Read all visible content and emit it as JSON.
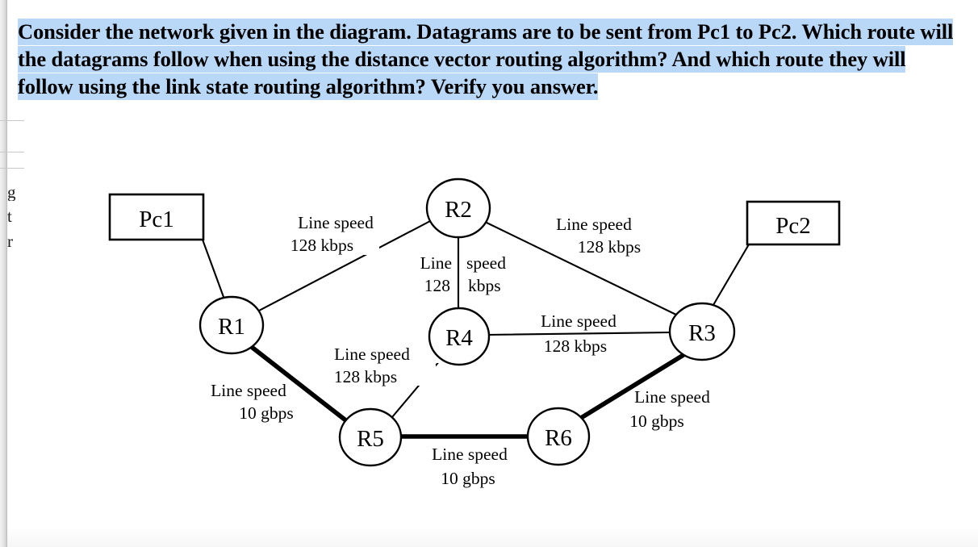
{
  "question": {
    "text": "Consider the network given in the diagram. Datagrams are to be sent from Pc1 to Pc2. Which route will the datagrams follow when using the distance vector routing algorithm? And which route they will follow using the link state routing algorithm? Verify you answer.",
    "highlight_color": "#b9d7f7"
  },
  "edge_fragments": [
    {
      "char": "g"
    },
    {
      "char": "t"
    },
    {
      "char": "r"
    }
  ],
  "diagram": {
    "hosts": [
      {
        "id": "pc1",
        "label": "Pc1"
      },
      {
        "id": "pc2",
        "label": "Pc2"
      }
    ],
    "routers": [
      {
        "id": "r1",
        "label": "R1"
      },
      {
        "id": "r2",
        "label": "R2"
      },
      {
        "id": "r3",
        "label": "R3"
      },
      {
        "id": "r4",
        "label": "R4"
      },
      {
        "id": "r5",
        "label": "R5"
      },
      {
        "id": "r6",
        "label": "R6"
      }
    ],
    "links": [
      {
        "id": "pc1-r1",
        "from": "pc1",
        "to": "r1",
        "weight": "",
        "speed_line1": "",
        "speed_line2": "",
        "thick": false
      },
      {
        "id": "r1-r2",
        "from": "r1",
        "to": "r2",
        "speed_line1": "Line speed",
        "speed_line2": "128 kbps",
        "thick": false
      },
      {
        "id": "r2-r4",
        "from": "r2",
        "to": "r4",
        "speed_line1": "Line speed",
        "speed_line2": "128 kbps",
        "thick": false
      },
      {
        "id": "r2-r3",
        "from": "r2",
        "to": "r3",
        "speed_line1": "Line speed",
        "speed_line2": "128 kbps",
        "thick": false
      },
      {
        "id": "r4-r3",
        "from": "r4",
        "to": "r3",
        "speed_line1": "Line speed",
        "speed_line2": "128 kbps",
        "thick": false
      },
      {
        "id": "r4-r5",
        "from": "r4",
        "to": "r5",
        "speed_line1": "Line speed",
        "speed_line2": "128 kbps",
        "thick": false
      },
      {
        "id": "r1-r5",
        "from": "r1",
        "to": "r5",
        "speed_line1": "Line speed",
        "speed_line2": "10 gbps",
        "thick": true
      },
      {
        "id": "r5-r6",
        "from": "r5",
        "to": "r6",
        "speed_line1": "Line speed",
        "speed_line2": "10 gbps",
        "thick": true
      },
      {
        "id": "r6-r3",
        "from": "r6",
        "to": "r3",
        "speed_line1": "Line speed",
        "speed_line2": "10 gbps",
        "thick": true
      },
      {
        "id": "r3-pc2",
        "from": "r3",
        "to": "pc2",
        "speed_line1": "",
        "speed_line2": "",
        "thick": false
      }
    ],
    "labels": {
      "r1_r2_l1": "Line speed",
      "r1_r2_l2": "128 kbps",
      "r2_r4_l1_a": "Line",
      "r2_r4_l1_b": "speed",
      "r2_r4_l2_a": "128",
      "r2_r4_l2_b": "kbps",
      "r2_r3_l1": "Line speed",
      "r2_r3_l2": "128 kbps",
      "r4_r3_l1": "Line speed",
      "r4_r3_l2": "128 kbps",
      "r4_r5_l1": "Line speed",
      "r4_r5_l2": "128 kbps",
      "r1_r5_l1": "Line speed",
      "r1_r5_l2": "10 gbps",
      "r5_r6_l1": "Line speed",
      "r5_r6_l2": "10 gbps",
      "r6_r3_l1": "Line speed",
      "r6_r3_l2": "10 gbps"
    }
  }
}
